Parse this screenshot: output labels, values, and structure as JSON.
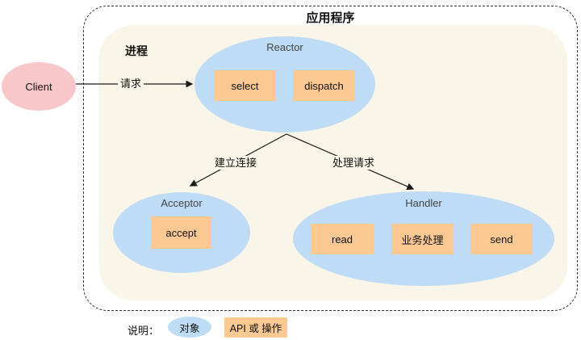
{
  "app": {
    "title": "应用程序"
  },
  "process": {
    "label": "进程"
  },
  "client": {
    "label": "Client"
  },
  "edges": {
    "request_label": "请求",
    "establish_label": "建立连接",
    "handle_label": "处理请求"
  },
  "reactor": {
    "label": "Reactor",
    "boxes": [
      "select",
      "dispatch"
    ]
  },
  "acceptor": {
    "label": "Acceptor",
    "boxes": [
      "accept"
    ]
  },
  "handler": {
    "label": "Handler",
    "boxes": [
      "read",
      "业务处理",
      "send"
    ]
  },
  "legend": {
    "title": "说明：",
    "object_label": "对象",
    "api_label": "API 或 操作"
  },
  "colors": {
    "object_fill": "#bedcf6",
    "api_fill": "#fbc991",
    "client_fill": "#f9c7ca",
    "process_fill": "#f9f5e8",
    "line": "#1a1a1a"
  }
}
